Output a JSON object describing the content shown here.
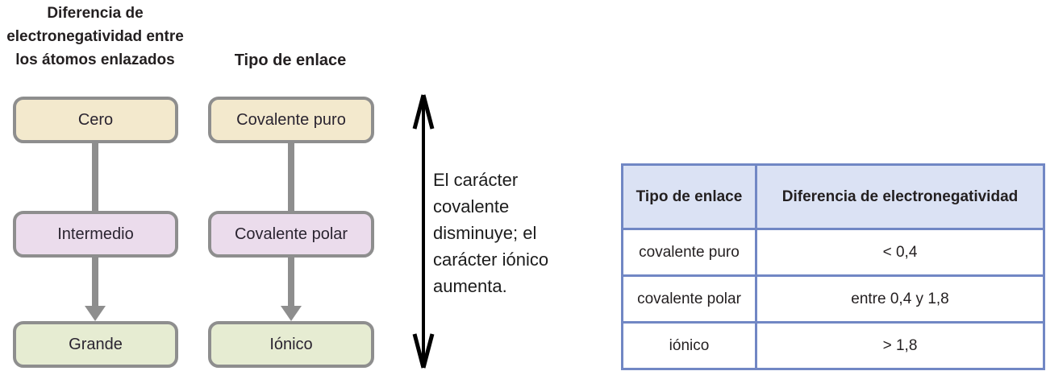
{
  "flow": {
    "column1": {
      "header": "Diferencia de electronegatividad entre los átomos enlazados",
      "boxes": [
        {
          "label": "Cero",
          "bg": "#f3e9cd"
        },
        {
          "label": "Intermedio",
          "bg": "#ebdcec"
        },
        {
          "label": "Grande",
          "bg": "#e6ecd2"
        }
      ]
    },
    "column2": {
      "header": "Tipo de enlace",
      "boxes": [
        {
          "label": "Covalente puro",
          "bg": "#f3e9cd"
        },
        {
          "label": "Covalente polar",
          "bg": "#ebdcec"
        },
        {
          "label": "Iónico",
          "bg": "#e6ecd2"
        }
      ]
    },
    "box_border_color": "#8e8e8e",
    "connector_color": "#8e8e8e"
  },
  "annotation": {
    "text": "El carácter covalente disminuye; el carácter iónico aumenta.",
    "arrow_color": "#000000"
  },
  "table": {
    "border_color": "#7187c4",
    "header_bg": "#dbe2f4",
    "row_bg": "#ffffff",
    "headers": [
      "Tipo de enlace",
      "Diferencia de electronegatividad"
    ],
    "rows": [
      [
        "covalente puro",
        "< 0,4"
      ],
      [
        "covalente polar",
        "entre 0,4 y 1,8"
      ],
      [
        "iónico",
        "> 1,8"
      ]
    ]
  }
}
